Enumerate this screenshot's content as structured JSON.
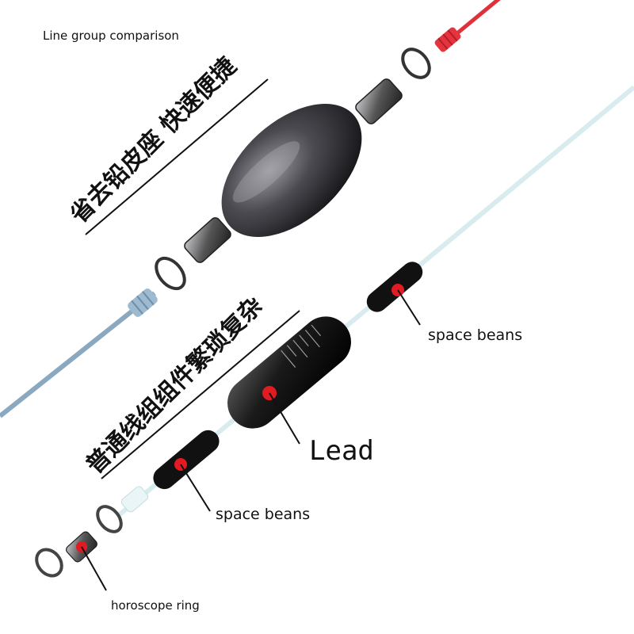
{
  "title": "Line group comparison",
  "top_slogan": "省去铅皮座 快速便捷",
  "bottom_slogan": "普通线组组件繁琐复杂",
  "labels": {
    "space_beans_upper": "space beans",
    "lead": "Lead",
    "space_beans_lower": "space beans",
    "horoscope_ring": "horoscope ring"
  },
  "colors": {
    "red_line": "#e0303a",
    "blue_line": "#8aa8bf",
    "pale_line": "#d8ecef",
    "sinker": "#3a3a3e",
    "marker": "#e21b22"
  }
}
